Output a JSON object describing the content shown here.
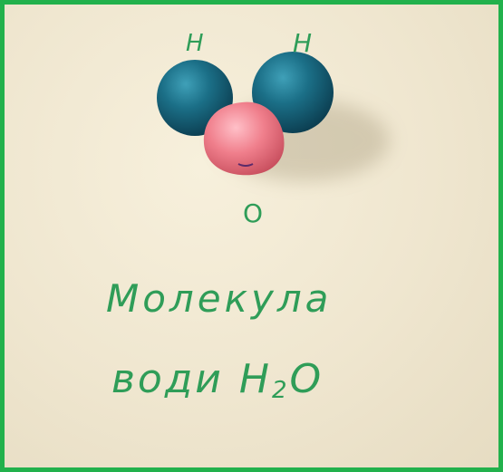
{
  "labels": {
    "h_left": "H",
    "h_right": "H",
    "o": "O"
  },
  "caption": {
    "line1": "Молекула",
    "line2_word": "води",
    "formula_h": "H",
    "formula_sub": "2",
    "formula_o": "O"
  },
  "colors": {
    "frame": "#22b14c",
    "handwriting": "#2f9d58",
    "hydrogen_ball": "#1b6f87",
    "oxygen_ball": "#f07f8c",
    "paper": "#f3ead4"
  }
}
